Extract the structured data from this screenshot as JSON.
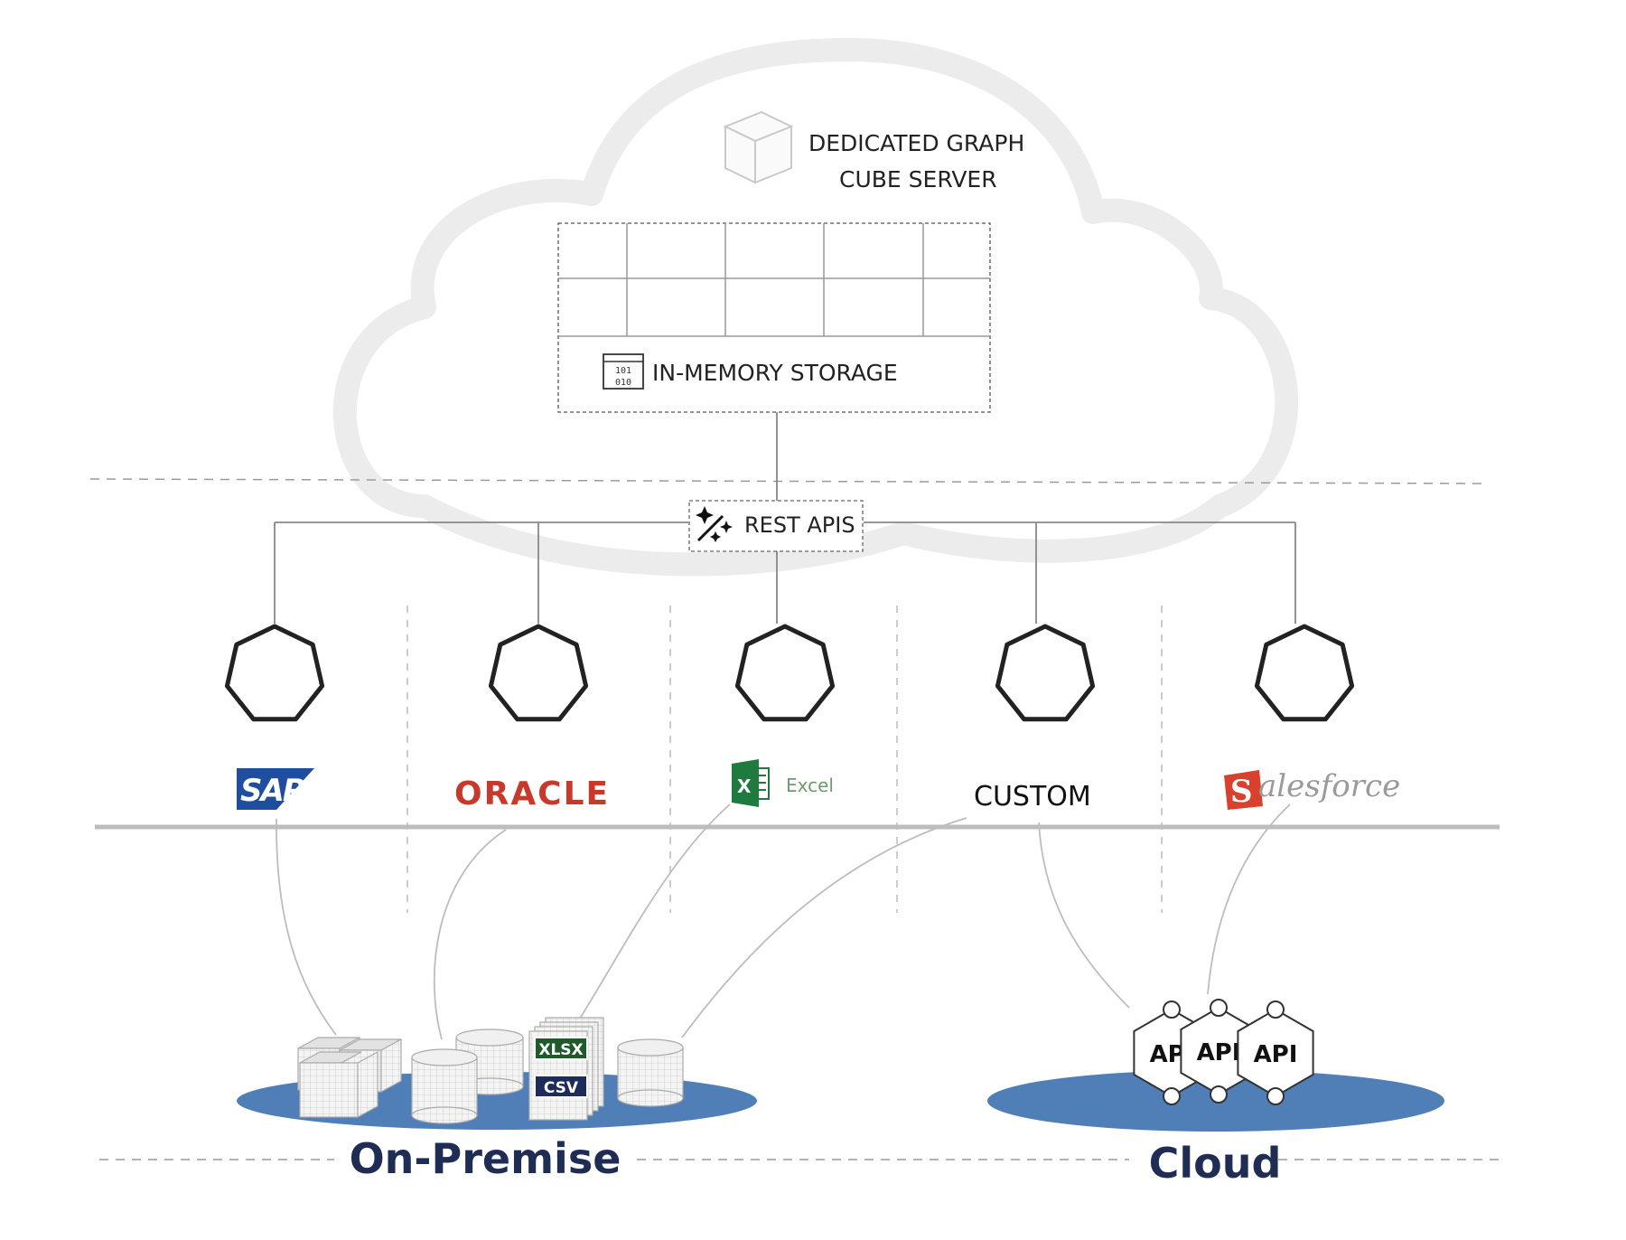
{
  "server": {
    "title_line1": "DEDICATED GRAPH",
    "title_line2": "CUBE SERVER"
  },
  "storage": {
    "label": "IN-MEMORY STORAGE",
    "icon_bits_top": "101",
    "icon_bits_bottom": "010"
  },
  "api_hub": {
    "label": "REST APIS"
  },
  "connectors": [
    {
      "name": "SAP"
    },
    {
      "name": "ORACLE"
    },
    {
      "name": "Excel",
      "icon_letter": "X"
    },
    {
      "name": "CUSTOM"
    },
    {
      "name": "salesforce",
      "logo_text": "alesforce",
      "logo_initial": "S"
    }
  ],
  "on_premise": {
    "label": "On-Premise",
    "file_badges": [
      "XLSX",
      "CSV"
    ]
  },
  "cloud": {
    "label": "Cloud",
    "api_badges": [
      "API",
      "API",
      "API"
    ]
  },
  "colors": {
    "platform_blue": "#4f7fb6",
    "label_navy": "#1f2d55",
    "oracle_red": "#c8392b",
    "sap_blue": "#1f4e9e",
    "excel_green": "#1f7a40",
    "salesforce_red": "#d9402e",
    "xlsx_green": "#1e5a2a",
    "csv_navy": "#1d2c5a"
  }
}
